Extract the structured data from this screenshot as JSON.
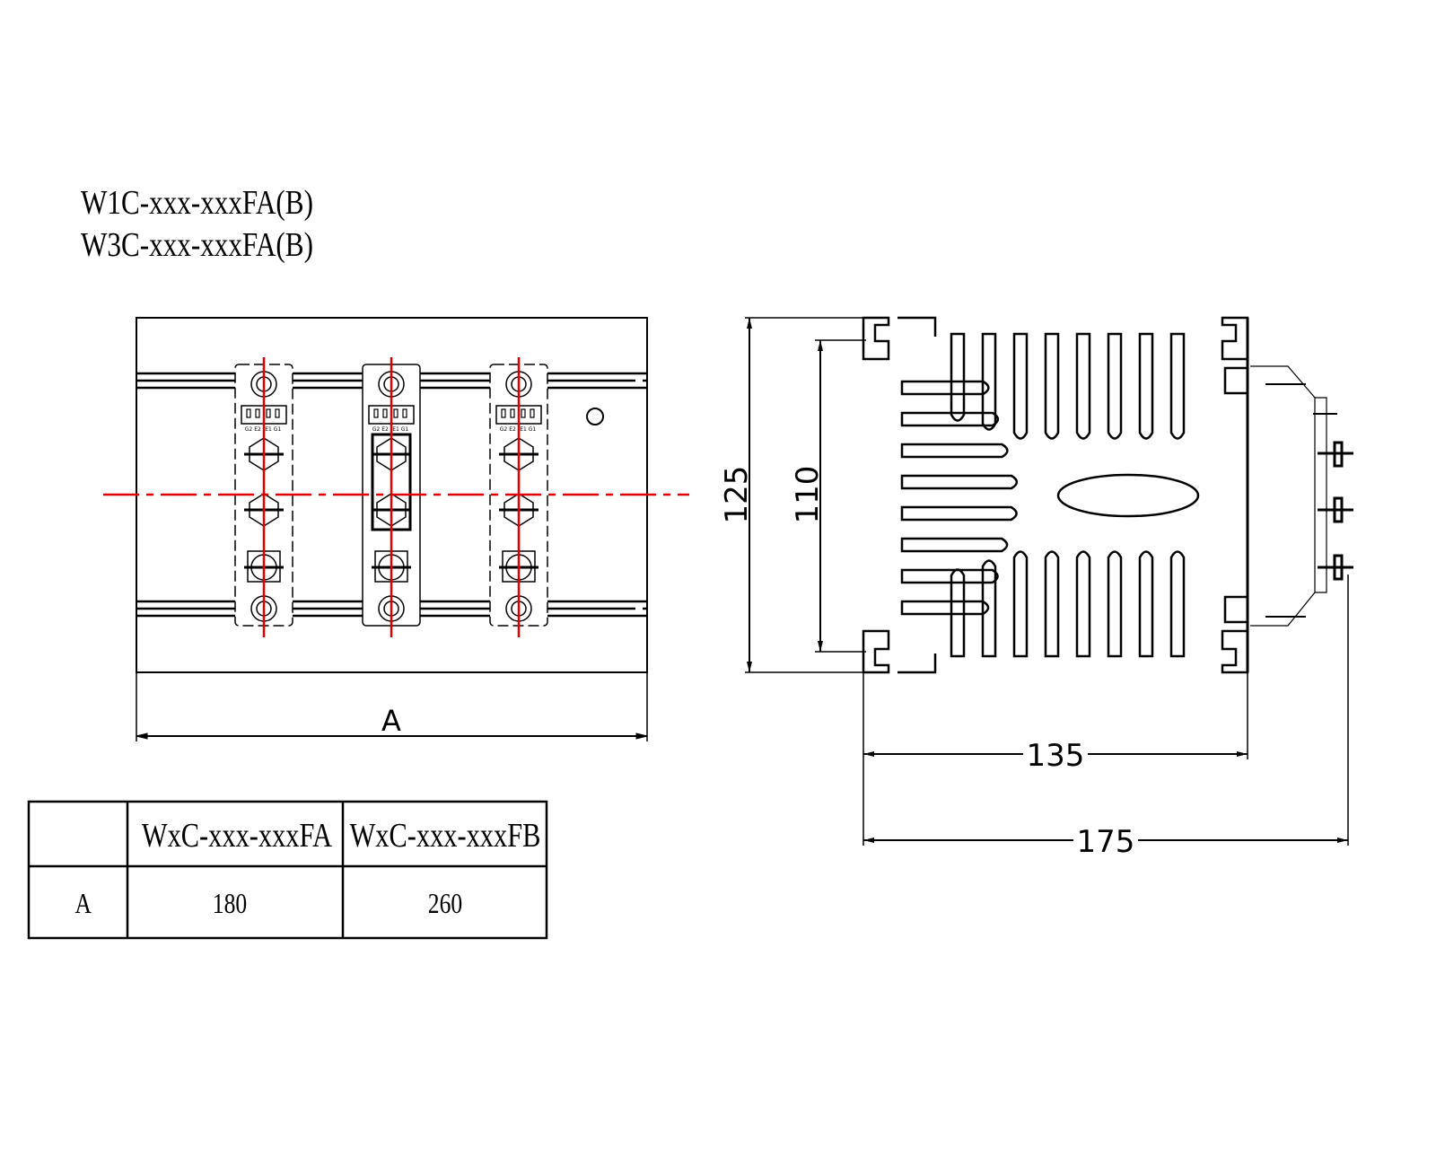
{
  "title": {
    "line1": "W1C-xxx-xxxFA(B)",
    "line2": "W3C-xxx-xxxFA(B)"
  },
  "front_view": {
    "dimension_label": "A",
    "terminal_labels": [
      "G2",
      "E2",
      "E1",
      "G1"
    ]
  },
  "side_view": {
    "height_outer": "125",
    "height_inner": "110",
    "width_heatsink": "135",
    "width_total": "175"
  },
  "table": {
    "headers": [
      "",
      "WxC-xxx-xxxFA",
      "WxC-xxx-xxxFB"
    ],
    "rows": [
      {
        "label": "A",
        "values": [
          "180",
          "260"
        ]
      }
    ]
  },
  "colors": {
    "line": "#000000",
    "centerline": "#e00000"
  }
}
